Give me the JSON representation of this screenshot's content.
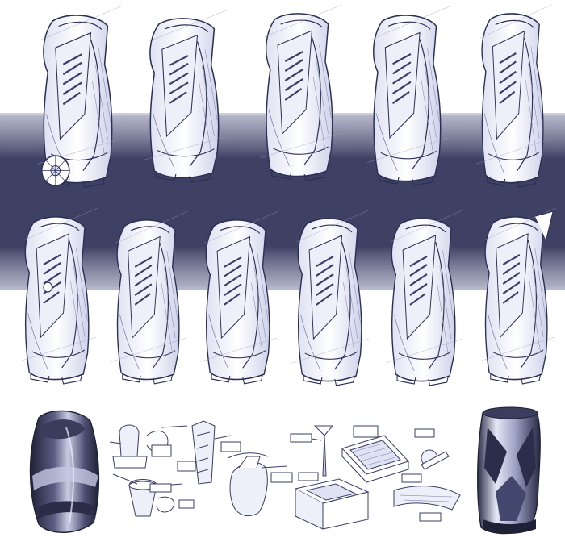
{
  "title": "",
  "colors": {
    "paper": "#ffffff",
    "band_dark": "#3e4163",
    "band_mid": "#8d90ad",
    "ink": "#2c2f55",
    "ink_light": "#7a7ea6",
    "render_shadow": "#1f2137",
    "render_highlight": "#e6e9f6"
  },
  "sketches": {
    "row_one": [
      {
        "name": "bag-sketch-wheeled",
        "icon": "golf-bag-with-wheel-icon"
      },
      {
        "name": "bag-sketch-diagonal",
        "icon": "golf-bag-icon"
      },
      {
        "name": "bag-sketch-vented",
        "icon": "golf-bag-icon"
      },
      {
        "name": "bag-sketch-faceted",
        "icon": "golf-bag-icon"
      },
      {
        "name": "bag-sketch-curved",
        "icon": "golf-bag-icon"
      }
    ],
    "row_two": [
      {
        "name": "bag-sketch-pocketed",
        "icon": "golf-bag-icon"
      },
      {
        "name": "bag-sketch-wrapped",
        "icon": "golf-bag-icon"
      },
      {
        "name": "bag-sketch-twisted",
        "icon": "golf-bag-icon"
      },
      {
        "name": "bag-sketch-sculpted",
        "icon": "golf-bag-icon"
      },
      {
        "name": "bag-sketch-ribbed",
        "icon": "golf-bag-icon"
      },
      {
        "name": "bag-sketch-spiked",
        "icon": "golf-bag-icon"
      }
    ]
  },
  "detail_notes": [
    "",
    "",
    "",
    "",
    "",
    "",
    "",
    "",
    "",
    ""
  ]
}
